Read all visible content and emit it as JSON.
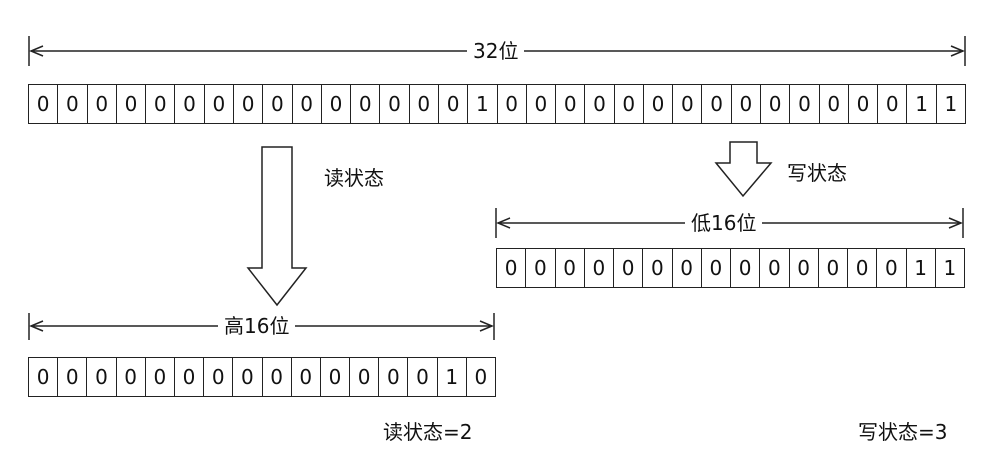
{
  "top": {
    "span_label": "32位",
    "bits": [
      "0",
      "0",
      "0",
      "0",
      "0",
      "0",
      "0",
      "0",
      "0",
      "0",
      "0",
      "0",
      "0",
      "0",
      "0",
      "1",
      "0",
      "0",
      "0",
      "0",
      "0",
      "0",
      "0",
      "0",
      "0",
      "0",
      "0",
      "0",
      "0",
      "0",
      "1",
      "1"
    ]
  },
  "read": {
    "arrow_label": "读状态",
    "span_label": "高16位",
    "bits": [
      "0",
      "0",
      "0",
      "0",
      "0",
      "0",
      "0",
      "0",
      "0",
      "0",
      "0",
      "0",
      "0",
      "0",
      "1",
      "0"
    ],
    "result": "读状态=2"
  },
  "write": {
    "arrow_label": "写状态",
    "span_label": "低16位",
    "bits": [
      "0",
      "0",
      "0",
      "0",
      "0",
      "0",
      "0",
      "0",
      "0",
      "0",
      "0",
      "0",
      "0",
      "0",
      "1",
      "1"
    ],
    "result": "写状态=3"
  }
}
